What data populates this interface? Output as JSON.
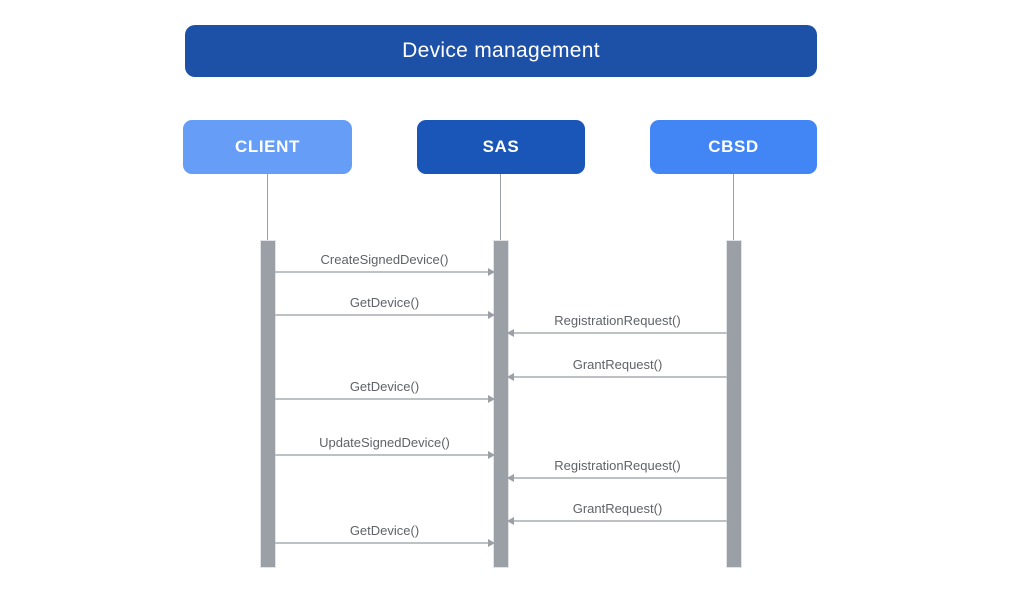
{
  "diagram": {
    "title": "Device management",
    "colors": {
      "title_bg": "#1d51a8",
      "client_bg": "#669df6",
      "sas_bg": "#1a56b7",
      "cbsd_bg": "#4285f4",
      "lifeline_gray": "#9aa0a6",
      "arrow_gray": "#bdc1c6",
      "label_gray": "#5f6368"
    },
    "actors": [
      {
        "id": "client",
        "label": "CLIENT"
      },
      {
        "id": "sas",
        "label": "SAS"
      },
      {
        "id": "cbsd",
        "label": "CBSD"
      }
    ],
    "messages": [
      {
        "label": "CreateSignedDevice()",
        "from": "CLIENT",
        "to": "SAS"
      },
      {
        "label": "GetDevice()",
        "from": "CLIENT",
        "to": "SAS"
      },
      {
        "label": "RegistrationRequest()",
        "from": "CBSD",
        "to": "SAS"
      },
      {
        "label": "GrantRequest()",
        "from": "CBSD",
        "to": "SAS"
      },
      {
        "label": "GetDevice()",
        "from": "CLIENT",
        "to": "SAS"
      },
      {
        "label": "UpdateSignedDevice()",
        "from": "CLIENT",
        "to": "SAS"
      },
      {
        "label": "RegistrationRequest()",
        "from": "CBSD",
        "to": "SAS"
      },
      {
        "label": "GrantRequest()",
        "from": "CBSD",
        "to": "SAS"
      },
      {
        "label": "GetDevice()",
        "from": "CLIENT",
        "to": "SAS"
      }
    ]
  }
}
